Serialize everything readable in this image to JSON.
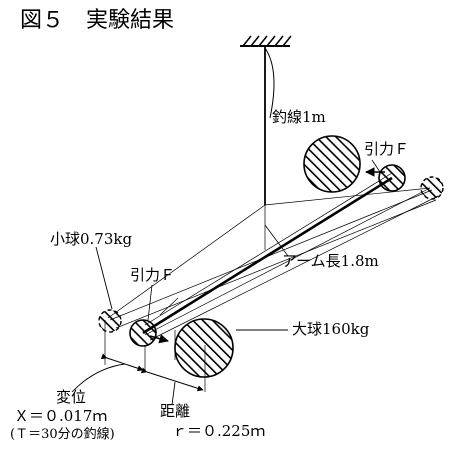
{
  "figure": {
    "title": "図５　実験結果",
    "labels": {
      "wire": "釣線1m",
      "force_top": "引力Ｆ",
      "small_ball": "小球0.73kg",
      "force_left": "引力Ｆ",
      "arm": "アーム長1.8m",
      "large_ball": "大球160kg",
      "displacement": "変位",
      "displacement_value": "Ｘ＝０.017ｍ",
      "displacement_note": "(Ｔ＝30分の釣線)",
      "distance": "距離",
      "distance_value": "ｒ＝０.225ｍ"
    }
  }
}
